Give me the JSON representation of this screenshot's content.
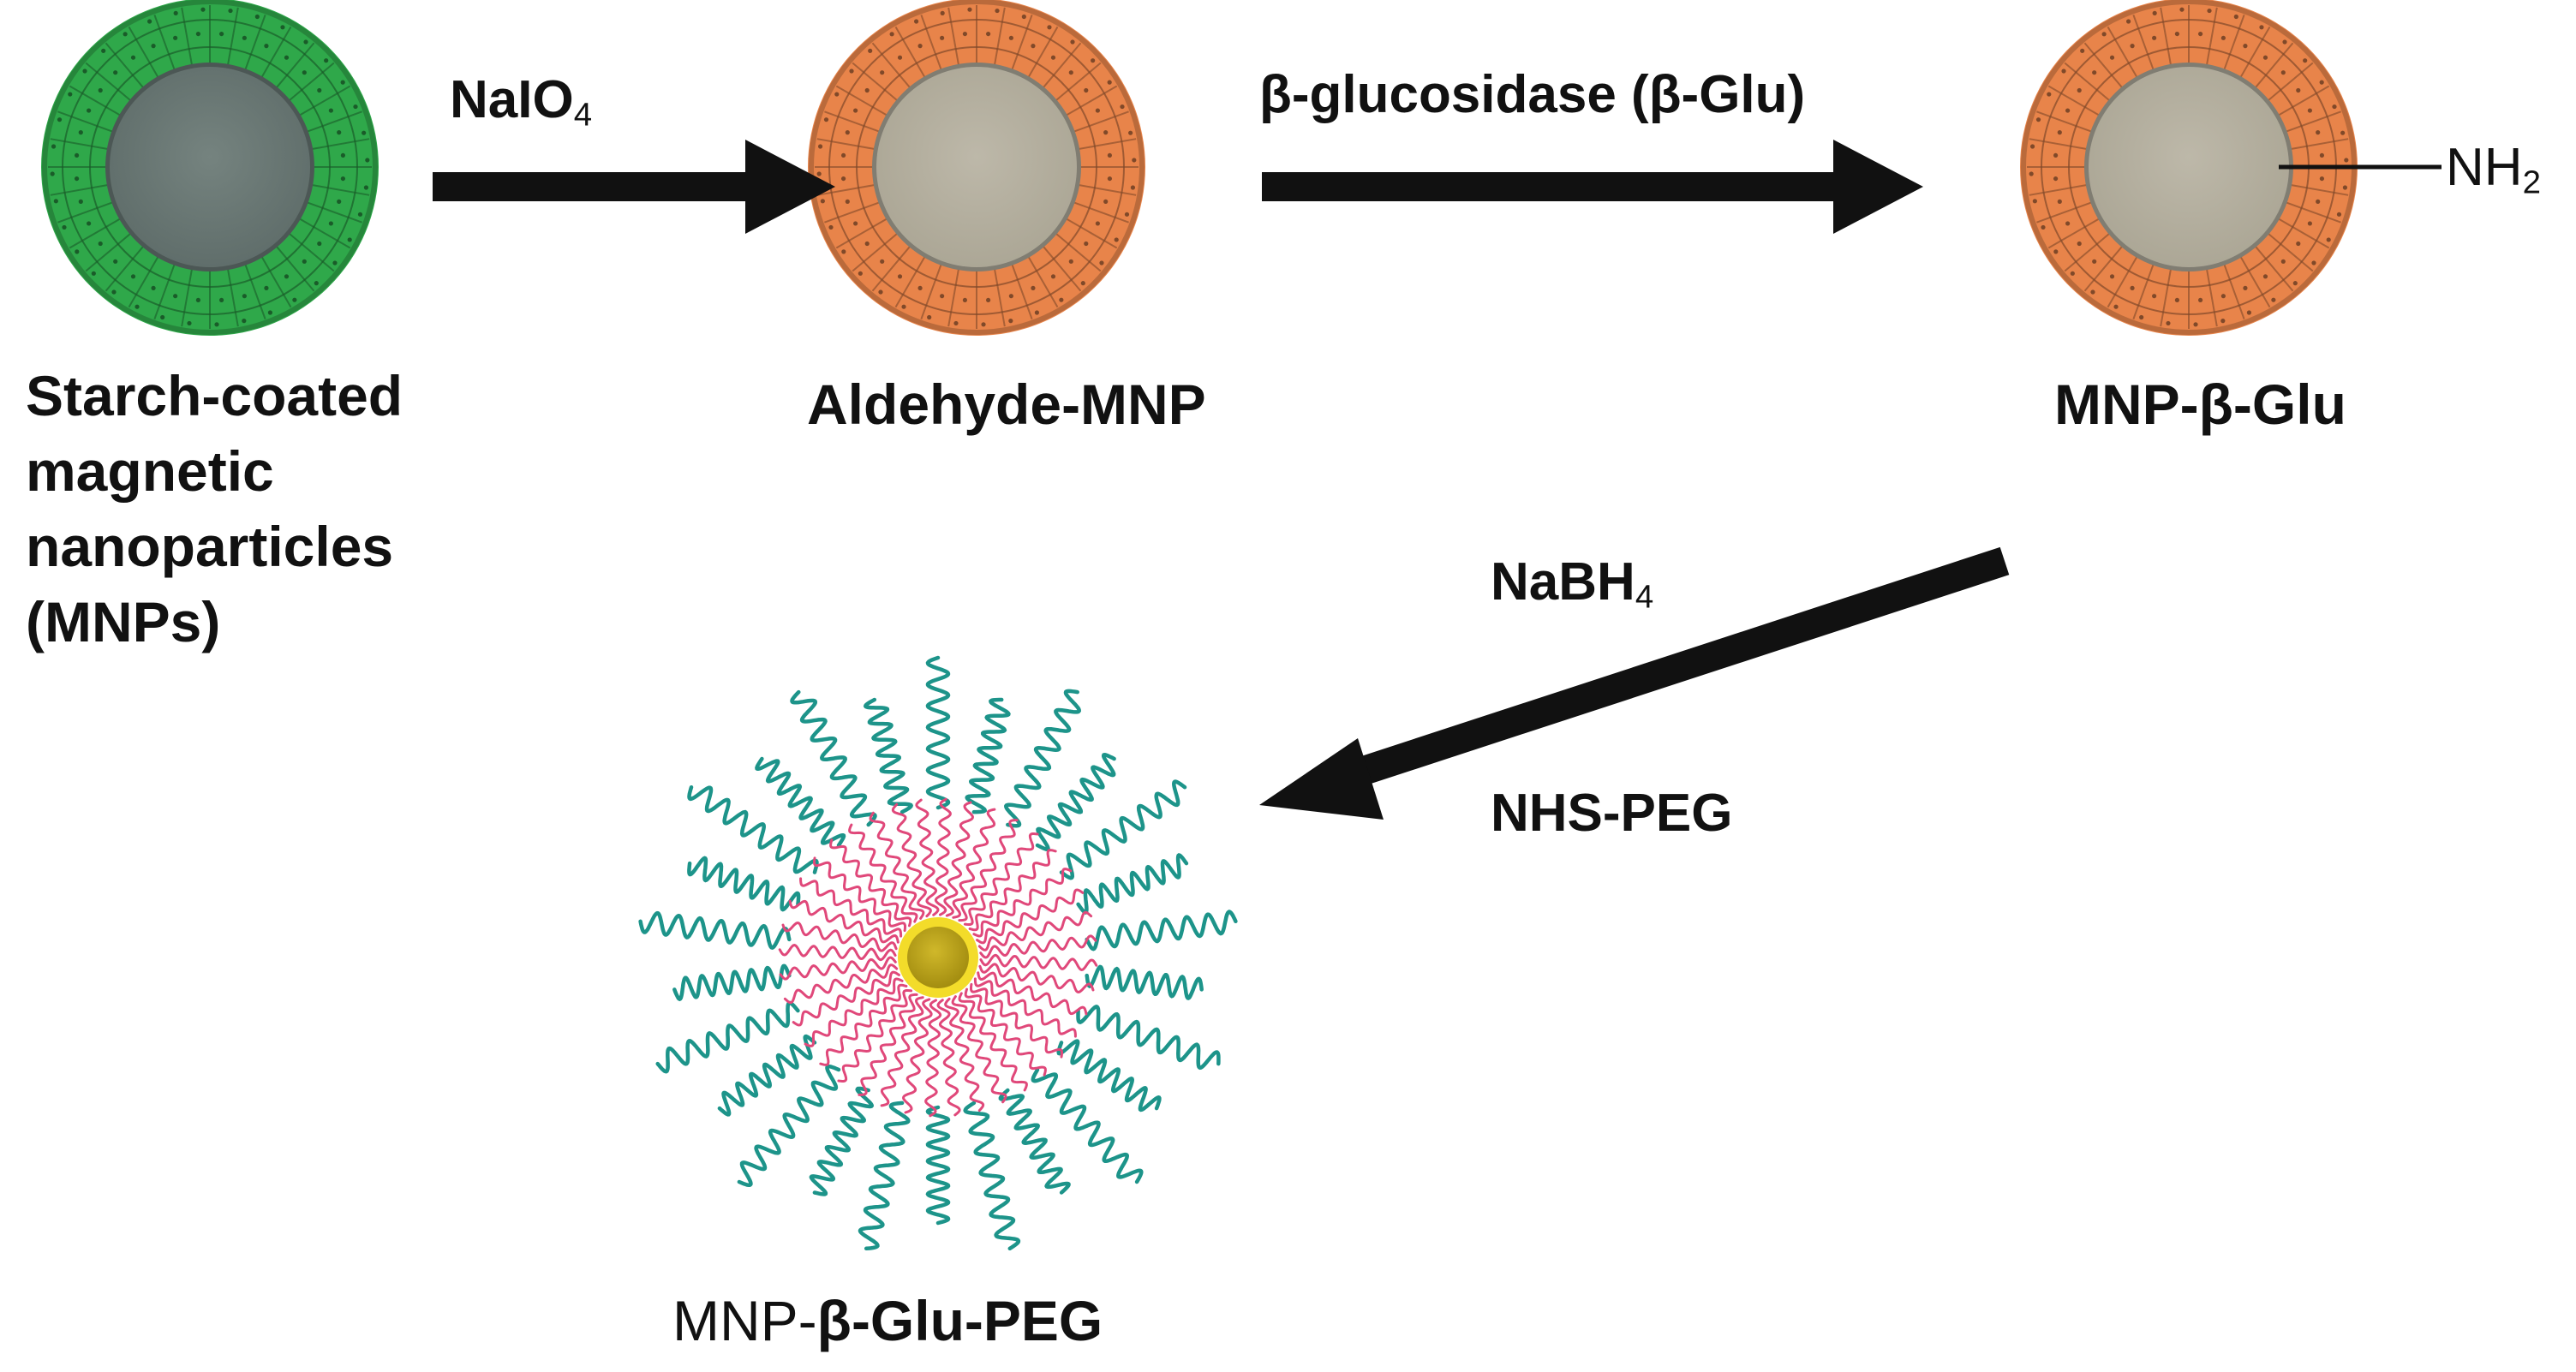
{
  "particles": {
    "starch": {
      "label_lines": [
        "Starch-coated",
        "magnetic",
        "nanoparticles",
        "(MNPs)"
      ],
      "shell_color": "#2fa84a",
      "core_color": "#6d7c79"
    },
    "aldehyde": {
      "label": "Aldehyde-MNP",
      "shell_color": "#e8844a",
      "core_color": "#b7b2a3"
    },
    "glu": {
      "label": "MNP-β-Glu",
      "shell_color": "#e8844a",
      "core_color": "#b7b2a3",
      "group": {
        "main": "NH",
        "sub": "2"
      }
    },
    "peg": {
      "label_prefix": "MNP-",
      "label_bold": "β-Glu-PEG",
      "arm_color": "#1d948a",
      "inner_color": "#e0487a",
      "core_color": "#b8a11c",
      "core_ring_color": "#f3dc2a"
    }
  },
  "reagents": {
    "step1": {
      "main": "NaIO",
      "sub": "4"
    },
    "step2": "β-glucosidase (β-Glu)",
    "step3_top": {
      "main": "NaBH",
      "sub": "4"
    },
    "step3_bottom": "NHS-PEG"
  },
  "arrow_color": "#111111"
}
